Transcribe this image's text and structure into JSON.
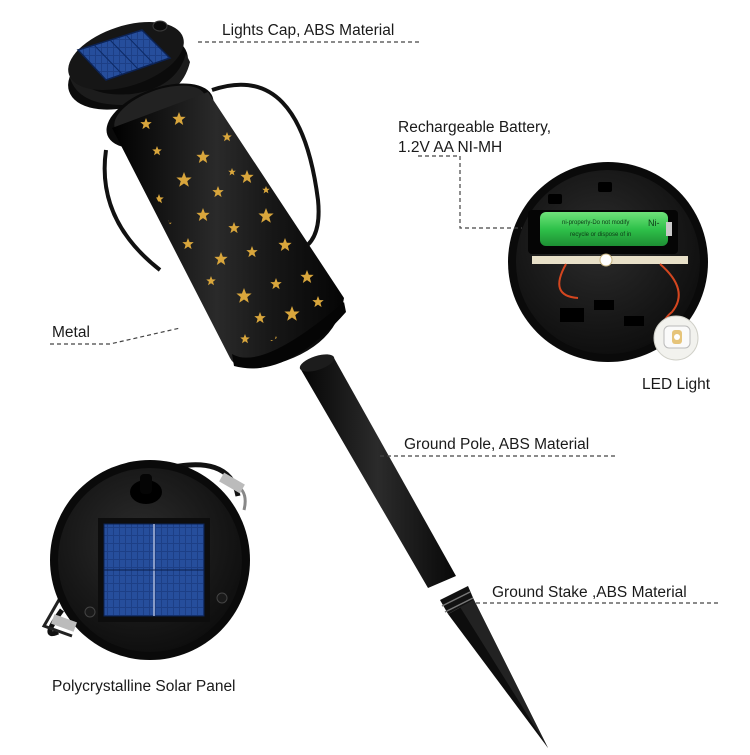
{
  "labels": {
    "lights_cap": "Lights Cap, ABS Material",
    "battery_line1": "Rechargeable Battery,",
    "battery_line2": "1.2V AA NI-MH",
    "metal": "Metal",
    "led_light": "LED Light",
    "ground_pole": "Ground Pole, ABS Material",
    "ground_stake": "Ground Stake ,ABS Material",
    "solar_panel": "Polycrystalline Solar Panel"
  },
  "colors": {
    "product_black": "#111111",
    "star_gold": "#d9a63c",
    "solar_blue": "#1d3f86",
    "battery_green": "#2fc14a",
    "wire_red": "#d4461f",
    "leader_line": "#444444"
  },
  "icons": {
    "solar_cap": "solar-cap-icon",
    "lantern": "star-lantern-icon",
    "battery_closeup": "battery-closeup-icon",
    "led": "led-bulb-icon",
    "pole": "ground-pole-icon",
    "stake": "ground-stake-icon",
    "panel": "solar-panel-icon"
  }
}
